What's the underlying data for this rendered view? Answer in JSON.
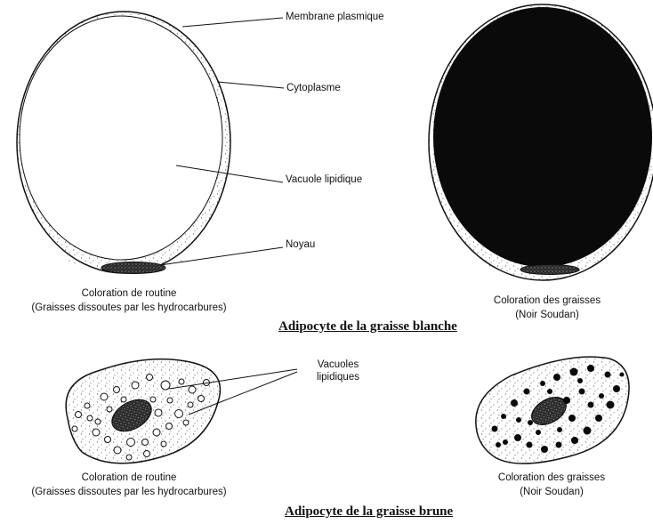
{
  "white_fat": {
    "labels": {
      "membrane": "Membrane plasmique",
      "cytoplasm": "Cytoplasme",
      "vacuole": "Vacuole lipidique",
      "nucleus": "Noyau"
    },
    "routine_caption": {
      "line1": "Coloration de routine",
      "line2": "(Graisses dissoutes par les hydrocarbures)"
    },
    "fat_caption": {
      "line1": "Coloration des graisses",
      "line2": "(Noir Soudan)"
    },
    "title": "Adipocyte de la graisse blanche"
  },
  "brown_fat": {
    "labels": {
      "vacuoles_line1": "Vacuoles",
      "vacuoles_line2": "lipidiques"
    },
    "routine_caption": {
      "line1": "Coloration de routine",
      "line2": "(Graisses dissoutes par les hydrocarbures)"
    },
    "fat_caption": {
      "line1": "Coloration des graisses",
      "line2": "(Noir Soudan)"
    },
    "title": "Adipocyte de la graisse brune"
  },
  "colors": {
    "ink": "#111111",
    "background": "#ffffff"
  }
}
